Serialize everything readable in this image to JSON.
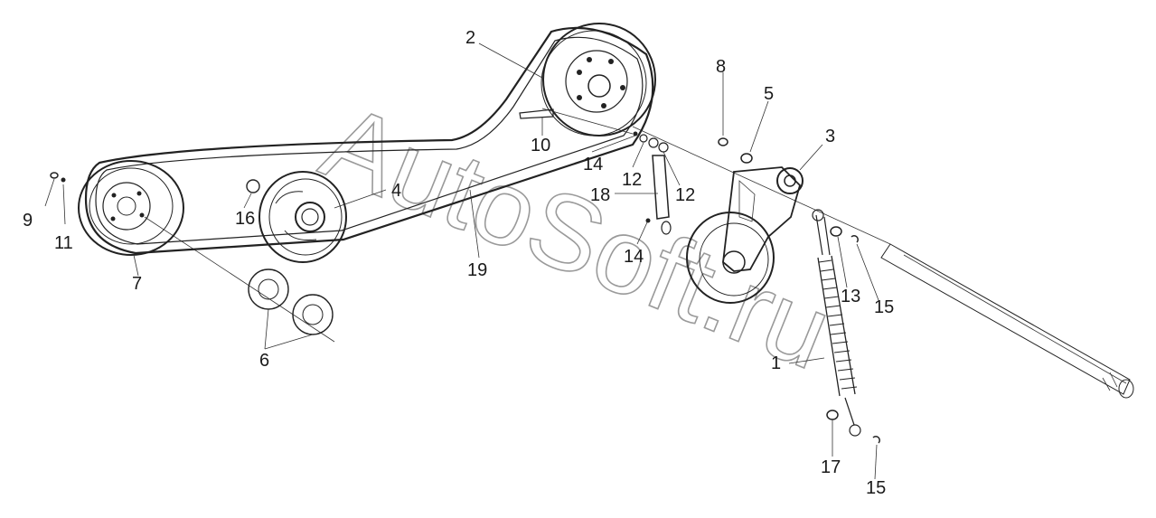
{
  "watermark": "AutoSoft.ru",
  "labels": {
    "l1": "1",
    "l2": "2",
    "l3": "3",
    "l4": "4",
    "l5": "5",
    "l6": "6",
    "l7": "7",
    "l8": "8",
    "l9": "9",
    "l10": "10",
    "l11": "11",
    "l12a": "12",
    "l12b": "12",
    "l13": "13",
    "l14a": "14",
    "l14b": "14",
    "l15a": "15",
    "l15b": "15",
    "l16": "16",
    "l17": "17",
    "l18": "18",
    "l19": "19"
  },
  "colors": {
    "line": "#222222",
    "watermark": "#9a9a9a",
    "background": "#ffffff"
  }
}
